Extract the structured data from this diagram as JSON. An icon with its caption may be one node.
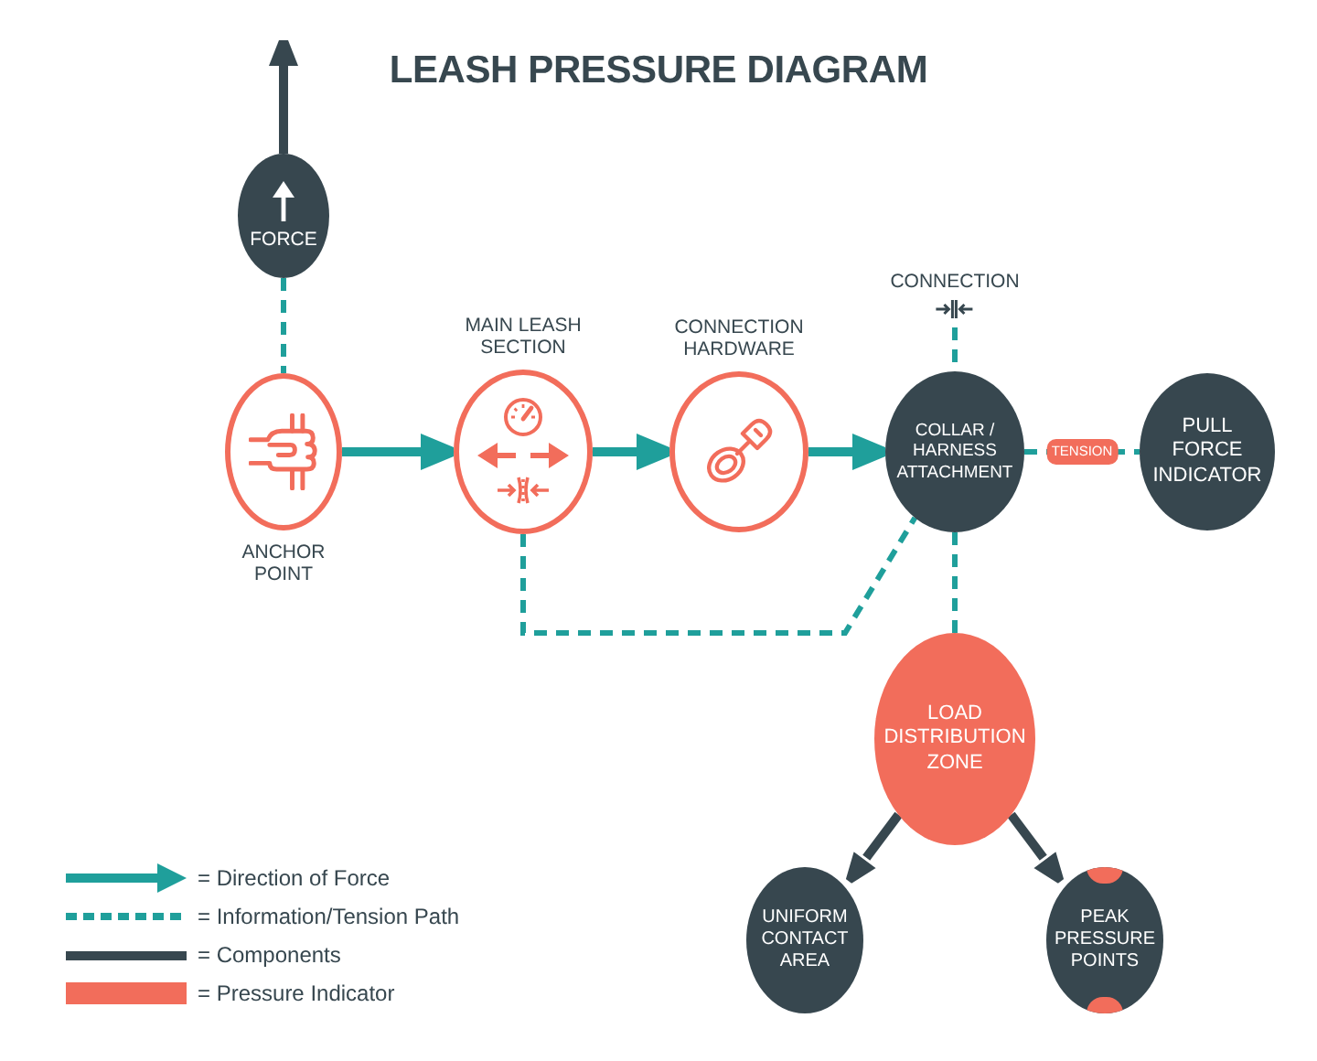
{
  "diagram": {
    "title": "LEASH PRESSURE DIAGRAM",
    "nodes": [
      {
        "text": [
          "FORCE"
        ]
      },
      {
        "text": [
          "ANCHOR POINT"
        ]
      },
      {
        "text": [
          "MAIN LEASH SECTION"
        ]
      },
      {
        "text": [
          "CONNECTION HARDWARE"
        ]
      },
      {
        "text": [
          "CONNECTION"
        ]
      },
      {
        "text": [
          "COLLAR / HARNESS ATTACHMENT"
        ]
      },
      {
        "text": [
          "PULL FORCE INDICATOR"
        ]
      },
      {
        "text": [
          "LOAD DISTRIBUTION ZONE"
        ]
      },
      {
        "text": [
          "UNIFORM CONTACT AREA"
        ]
      },
      {
        "text": [
          "PEAK PRESSURE POINTS"
        ]
      }
    ],
    "edges": [
      {
        "from": 0,
        "to": null,
        "arrow": "to",
        "color": "#37474f"
      },
      {
        "from": 0,
        "to": 1,
        "arrow": "none",
        "style": "dashed"
      },
      {
        "from": 1,
        "to": 2,
        "arrow": "to"
      },
      {
        "from": 2,
        "to": 3,
        "arrow": "to"
      },
      {
        "from": 3,
        "to": 5,
        "arrow": "to"
      },
      {
        "from": 2,
        "to": 5,
        "arrow": "none",
        "style": "dashed"
      },
      {
        "from": 4,
        "to": 5,
        "arrow": "none",
        "style": "dashed"
      },
      {
        "from": 5,
        "to": 6,
        "arrow": "none",
        "style": "dashed",
        "label": "TENSION"
      },
      {
        "from": 5,
        "to": 7,
        "arrow": "none",
        "style": "dashed"
      },
      {
        "from": 7,
        "to": 8,
        "arrow": "to",
        "color": "#37474f"
      },
      {
        "from": 7,
        "to": 9,
        "arrow": "to",
        "color": "#37474f"
      }
    ],
    "legend": [
      {
        "text": "= Direction of Force"
      },
      {
        "text": "= Information/Tension Path"
      },
      {
        "text": "= Components",
        "color": "#37474f"
      },
      {
        "text": "= Pressure Indicator",
        "color": "#f26d5b"
      }
    ]
  }
}
